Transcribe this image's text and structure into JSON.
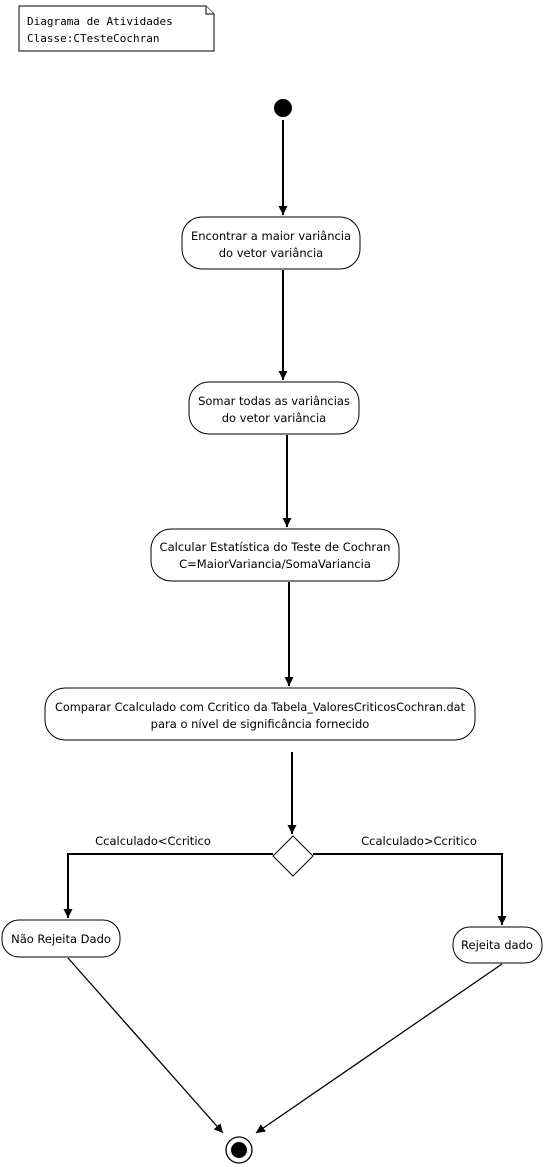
{
  "note": {
    "line1": "Diagrama de Atividades",
    "line2": "Classe:CTesteCochran"
  },
  "activities": {
    "a1": {
      "line1": "Encontrar a maior variância",
      "line2": "do vetor variância"
    },
    "a2": {
      "line1": "Somar todas as variâncias",
      "line2": "do vetor variância"
    },
    "a3": {
      "line1": "Calcular Estatística do Teste de Cochran",
      "line2": "C=MaiorVariancia/SomaVariancia"
    },
    "a4": {
      "line1": "Comparar Ccalculado com Ccritico da Tabela_ValoresCriticosCochran.dat",
      "line2": "para o nível de significância fornecido"
    },
    "left": {
      "label": "Não Rejeita Dado"
    },
    "right": {
      "label": "Rejeita dado"
    }
  },
  "guards": {
    "left": "Ccalculado<Ccritico",
    "right": "Ccalculado>Ccritico"
  }
}
